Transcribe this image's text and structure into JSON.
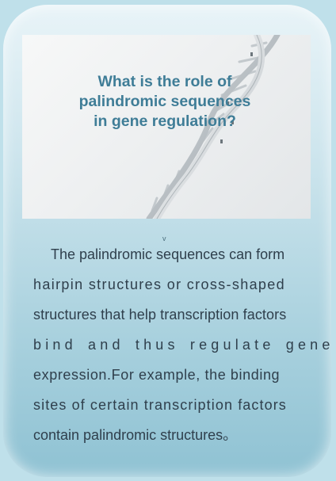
{
  "banner": {
    "title_line1": "What is the role of",
    "title_line2": "palindromic sequences",
    "title_line3": "in gene regulation?",
    "image_icon": "dna-double-helix-icon"
  },
  "content": {
    "mark": "v",
    "lines": [
      "The palindromic sequences can form",
      "hairpin structures or cross-shaped",
      "structures that help transcription factors",
      "bind and thus regulate gene",
      "expression.For example, the binding",
      "sites of certain transcription factors",
      "contain palindromic structures。"
    ]
  },
  "colors": {
    "title": "#3f7d97",
    "body_text": "#2f3f4c",
    "card_top": "#e9f4f8",
    "card_bottom": "#8fc2d3",
    "background": "#bfe0ea"
  }
}
